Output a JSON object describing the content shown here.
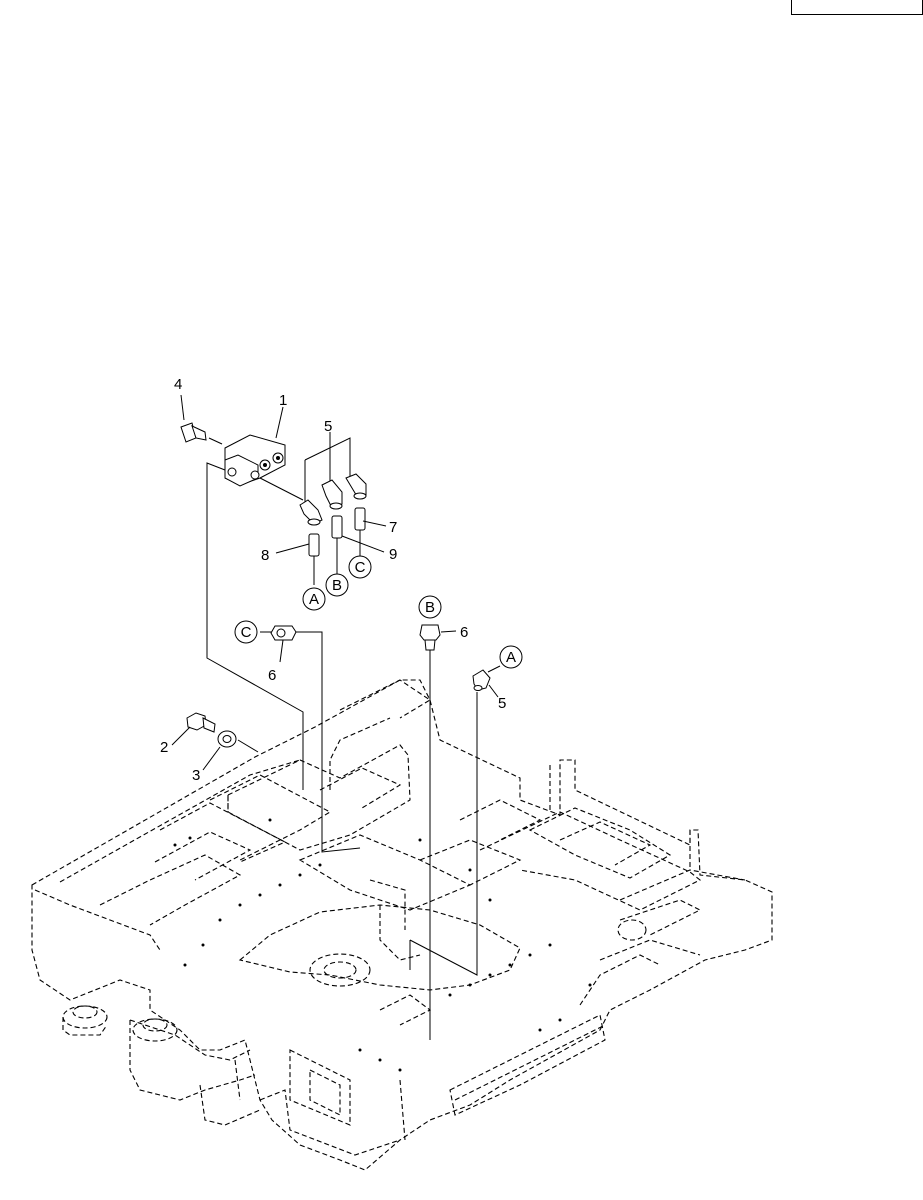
{
  "callouts": {
    "item_1": "1",
    "item_2": "2",
    "item_3": "3",
    "item_4": "4",
    "item_5_top": "5",
    "item_5_right": "5",
    "item_6_left": "6",
    "item_6_right": "6",
    "item_7": "7",
    "item_8": "8",
    "item_9": "9"
  },
  "connectors": {
    "a_top": "A",
    "b_top": "B",
    "c_top": "C",
    "c_left": "C",
    "b_right": "B",
    "a_right": "A"
  }
}
